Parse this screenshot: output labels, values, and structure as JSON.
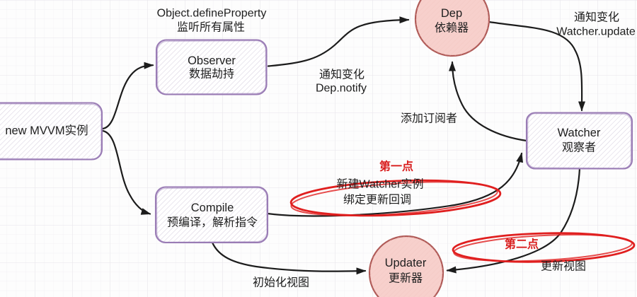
{
  "colors": {
    "box_border": "#9a7cb5",
    "box_hatch": "#d8d0e0",
    "circle_fill": "#f6cdc9",
    "circle_border": "#b05b58",
    "arrow": "#1c1c1c",
    "text": "#202020",
    "highlight_red": "#e01f1f",
    "grid_major": "#e7e4ea",
    "grid_minor": "#f3f1f5"
  },
  "nodes": {
    "mvvm": {
      "label": "new MVVM实例"
    },
    "observer": {
      "title": "Observer",
      "subtitle": "数据劫持"
    },
    "dep": {
      "title": "Dep",
      "subtitle": "依赖器"
    },
    "watcher": {
      "title": "Watcher",
      "subtitle": "观察者"
    },
    "compile": {
      "title": "Compile",
      "subtitle": "预编译，解析指令"
    },
    "updater": {
      "title": "Updater",
      "subtitle": "更新器"
    }
  },
  "labels": {
    "observer_note_line1": "Object.defineProperty",
    "observer_note_line2": "监听所有属性",
    "dep_notify_line1": "通知变化",
    "dep_notify_line2": "Dep.notify",
    "watcher_update_line1": "通知变化",
    "watcher_update_line2": "Watcher.update",
    "add_subscriber": "添加订阅者",
    "init_view": "初始化视图",
    "update_view": "更新视图"
  },
  "highlights": {
    "point1": {
      "title": "第一点",
      "line1": "新建Watcher实例",
      "line2": "绑定更新回调"
    },
    "point2": {
      "title": "第二点"
    }
  }
}
